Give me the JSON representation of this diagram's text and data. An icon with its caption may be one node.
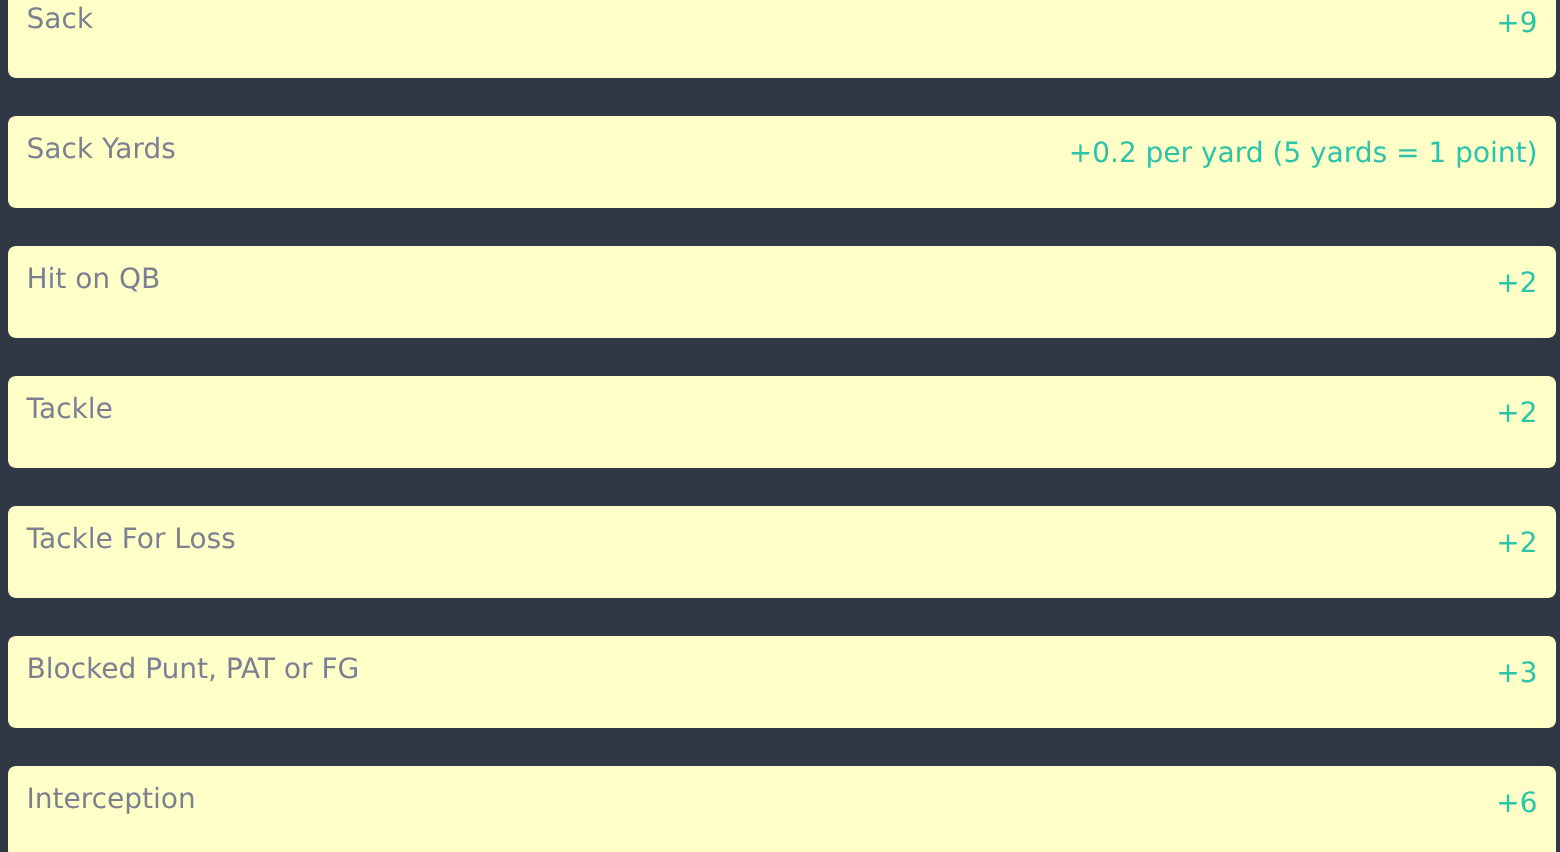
{
  "diagram": {
    "nodes": [
      {
        "text": [
          "Sack",
          "+9"
        ]
      },
      {
        "text": [
          "Sack Yards",
          "+0.2 per yard (5 yards = 1 point)"
        ]
      },
      {
        "text": [
          "Hit on QB",
          "+2"
        ]
      },
      {
        "text": [
          "Tackle",
          "+2"
        ]
      },
      {
        "text": [
          "Tackle For Loss",
          "+2"
        ]
      },
      {
        "text": [
          "Blocked Punt, PAT or FG",
          "+3"
        ]
      },
      {
        "text": [
          "Interception",
          "+6"
        ]
      }
    ]
  }
}
